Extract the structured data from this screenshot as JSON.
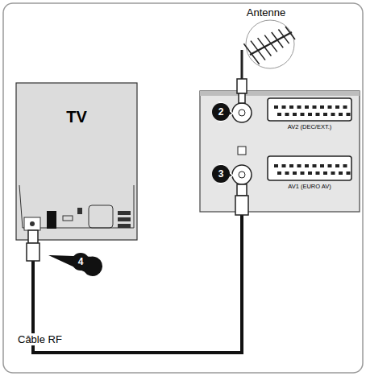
{
  "diagram": {
    "nodes": [
      {
        "text": [
          "TV"
        ]
      },
      {
        "text": [
          "AV2 (DEC/EXT.)",
          "AV1 (EURO AV)"
        ]
      }
    ],
    "edges": [
      {
        "from": 0,
        "to": 1,
        "arrow": "none",
        "label": "Câble RF"
      }
    ],
    "labels": [
      "Antenne",
      "2",
      "3",
      "4"
    ]
  }
}
